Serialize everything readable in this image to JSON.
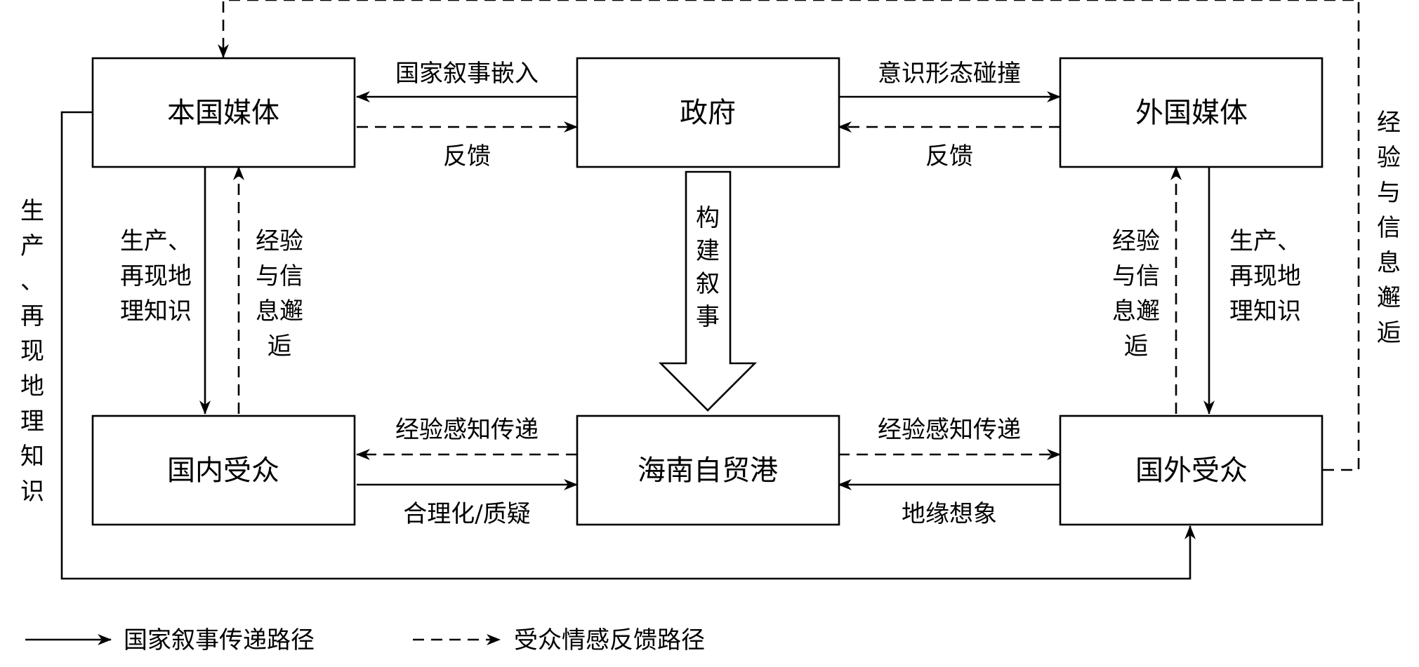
{
  "nodes": {
    "domestic_media": "本国媒体",
    "government": "政府",
    "foreign_media": "外国媒体",
    "domestic_audience": "国内受众",
    "hainan_ftp": "海南自贸港",
    "foreign_audience": "国外受众"
  },
  "edges": {
    "narrative_embedding": "国家叙事嵌入",
    "feedback_left": "反馈",
    "ideology_collision": "意识形态碰撞",
    "feedback_right": "反馈",
    "construct_narrative": "构建叙事",
    "produce_left": "生产、再现地理知识",
    "experience_left": "经验与信息邂逅",
    "experience_right": "经验与信息邂逅",
    "produce_right": "生产、再现地理知识",
    "perception_left": "经验感知传递",
    "rationalize": "合理化/质疑",
    "perception_right": "经验感知传递",
    "geo_imagination": "地缘想象",
    "outer_left": "生产、再现地理知识",
    "outer_right": "经验与信息邂逅"
  },
  "legend": {
    "solid": "国家叙事传递路径",
    "dashed": "受众情感反馈路径"
  }
}
